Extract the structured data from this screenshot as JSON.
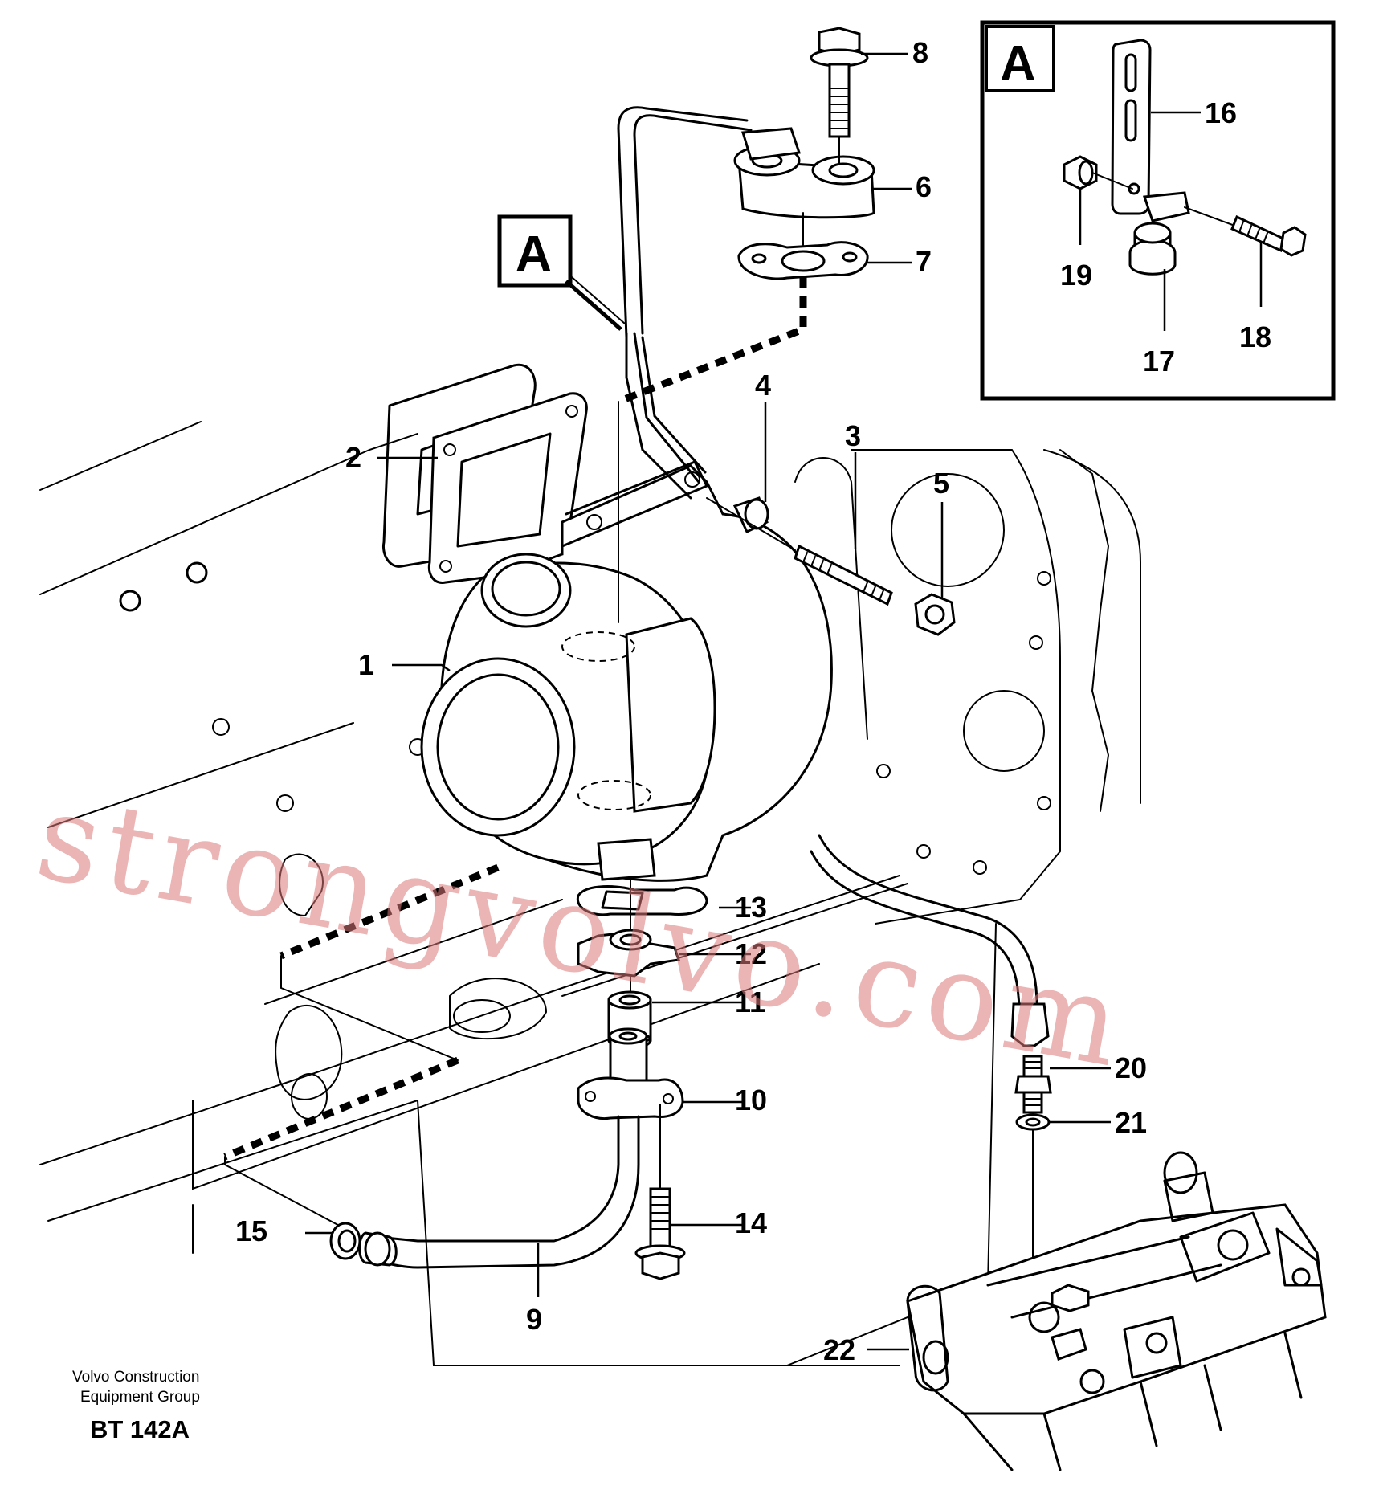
{
  "diagram": {
    "detail_marker": "A",
    "detail_inset_marker": "A",
    "callouts": [
      "1",
      "2",
      "3",
      "4",
      "5",
      "6",
      "7",
      "8",
      "9",
      "10",
      "11",
      "12",
      "13",
      "14",
      "15",
      "16",
      "17",
      "18",
      "19",
      "20",
      "21",
      "22"
    ],
    "footer": {
      "company_line1": "Volvo Construction",
      "company_line2": "Equipment Group",
      "code": "BT 142A"
    },
    "watermark": "strongvolvo.com"
  }
}
